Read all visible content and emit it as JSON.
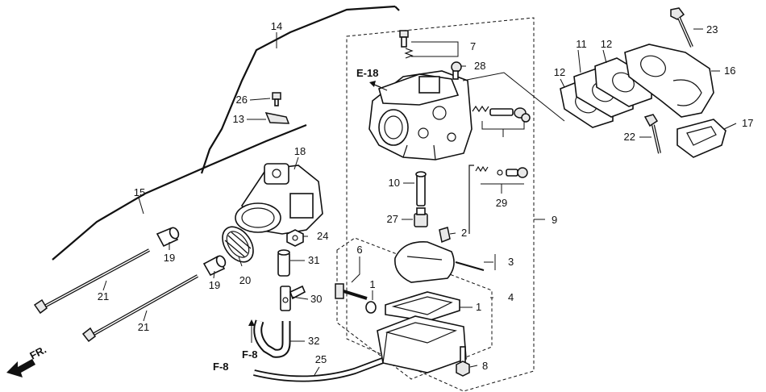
{
  "callouts": {
    "c1": "1",
    "c1b": "1",
    "c2": "2",
    "c3": "3",
    "c4": "4",
    "c6": "6",
    "c7": "7",
    "c8": "8",
    "c9": "9",
    "c10": "10",
    "c11": "11",
    "c12a": "12",
    "c12b": "12",
    "c13": "13",
    "c14": "14",
    "c15": "15",
    "c16": "16",
    "c17": "17",
    "c18": "18",
    "c19a": "19",
    "c19b": "19",
    "c20": "20",
    "c21a": "21",
    "c21b": "21",
    "c22": "22",
    "c23": "23",
    "c24": "24",
    "c25": "25",
    "c26": "26",
    "c27": "27",
    "c28": "28",
    "c29": "29",
    "c30": "30",
    "c31": "31",
    "c32": "32"
  },
  "refs": {
    "e18": "E-18",
    "f8a": "F-8",
    "f8b": "F-8",
    "front": "FR."
  }
}
